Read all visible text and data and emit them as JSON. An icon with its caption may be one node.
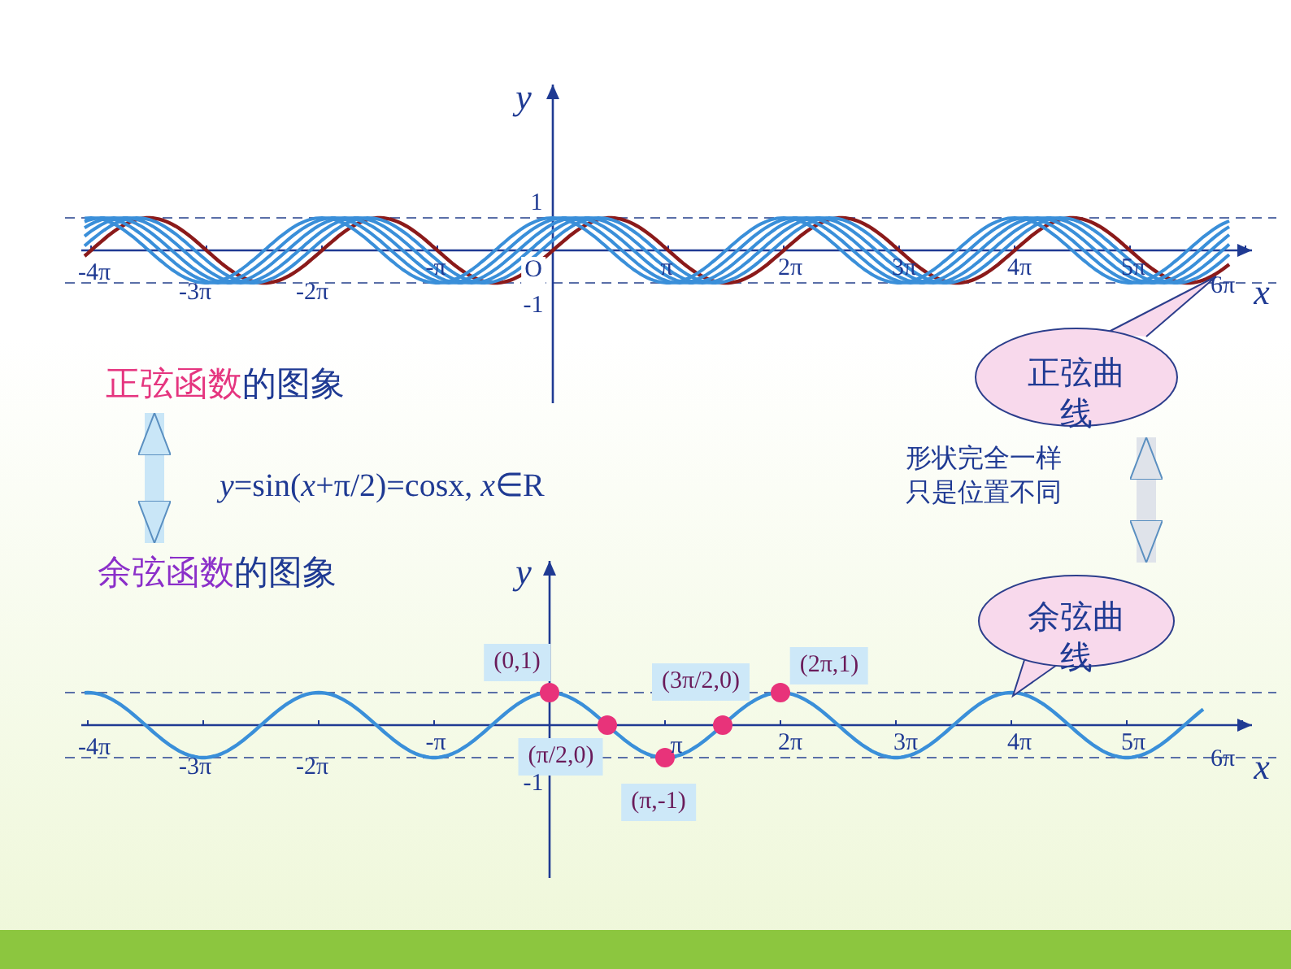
{
  "diagram": {
    "nodes": [
      {
        "text": [
          "正弦函数的图象"
        ]
      },
      {
        "text": [
          "余弦函数的图象"
        ]
      },
      {
        "text": [
          "正弦曲线"
        ]
      },
      {
        "text": [
          "余弦曲线"
        ]
      }
    ],
    "edges": [
      {
        "from": 0,
        "to": 1,
        "arrow": "both",
        "label": "*y*=sin(*x*+π/2)=cosx,  *x*∈R"
      },
      {
        "from": 2,
        "to": 3,
        "arrow": "both",
        "label": "形状完全一样只是位置不同"
      }
    ],
    "labels": [
      "y",
      "1",
      "-4π",
      "-3π",
      "-2π",
      "-π",
      "O",
      "π",
      "2π",
      "3π",
      "4π",
      "5π",
      "6π",
      "x",
      "-1",
      "y",
      "(0,1)",
      "(3π/2,0)",
      "(2π,1)",
      "-4π",
      "-3π",
      "-2π",
      "-π",
      "π",
      "2π",
      "3π",
      "4π",
      "5π",
      "6π",
      "(π/2,0)",
      "-1",
      "x",
      "(π,-1)"
    ]
  }
}
